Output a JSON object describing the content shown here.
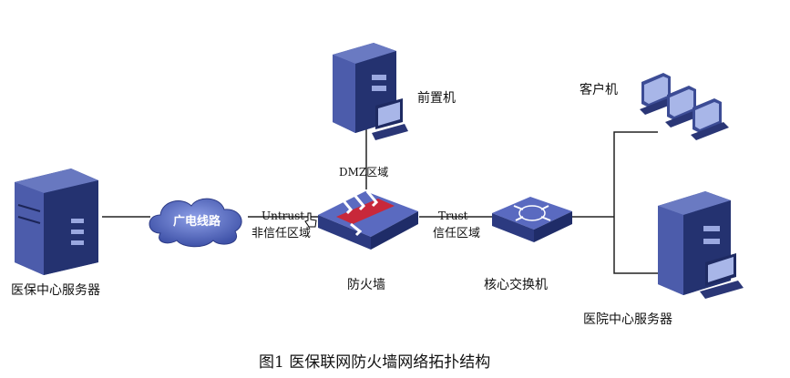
{
  "nodes": {
    "left_server": "医保中心服务器",
    "cloud": "广电线路",
    "firewall": "防火墙",
    "front_server": "前置机",
    "dmz": "DMZ区域",
    "untrust_en": "Untrust",
    "untrust_cn": "非信任区域",
    "trust_en": "Trust",
    "trust_cn": "信任区域",
    "switch": "核心交换机",
    "clients": "客户机",
    "hospital_server": "医院中心服务器"
  },
  "caption": "图1  医保联网防火墙网络拓扑结构",
  "colors": {
    "device_dark": "#2b3a78",
    "device_mid": "#4a5aa8",
    "firewall_red": "#c8283a",
    "line": "#222222"
  }
}
